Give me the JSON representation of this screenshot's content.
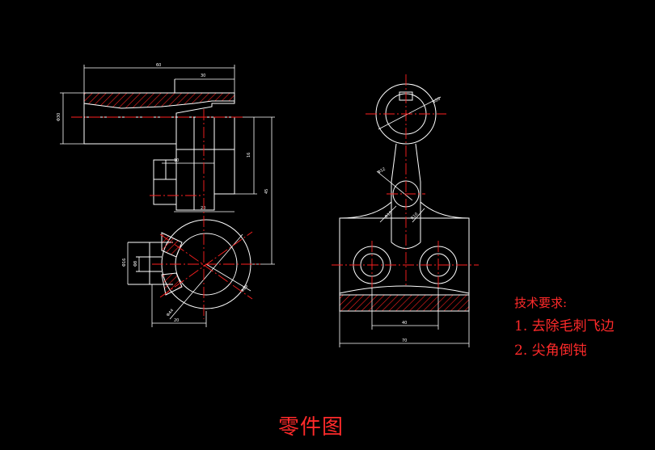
{
  "drawing": {
    "title": "零件图",
    "technical_requirements": {
      "heading": "技术要求:",
      "items": [
        "1. 去除毛刺飞边",
        "2. 尖角倒钝"
      ]
    }
  },
  "colors": {
    "background": "#000000",
    "outline": "#ffffff",
    "centerline": "#ff2020",
    "hatch": "#ff2020",
    "text": "#ff2a2a"
  }
}
